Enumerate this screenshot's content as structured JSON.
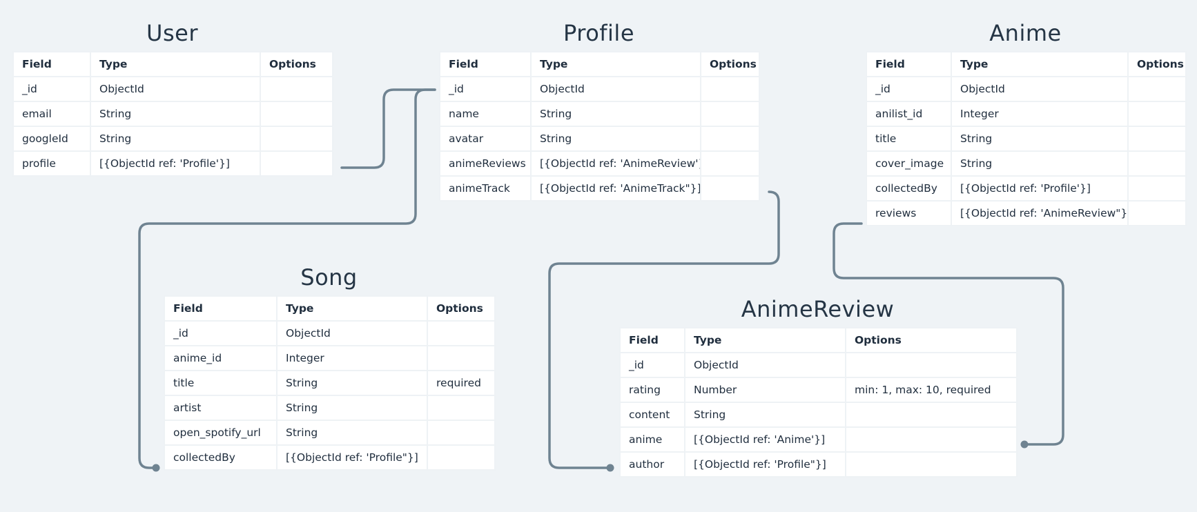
{
  "headers": {
    "field": "Field",
    "type": "Type",
    "options": "Options"
  },
  "entities": {
    "user": {
      "title": "User",
      "rows": [
        {
          "field": "_id",
          "type": "ObjectId",
          "options": ""
        },
        {
          "field": "email",
          "type": "String",
          "options": ""
        },
        {
          "field": "googleId",
          "type": "String",
          "options": ""
        },
        {
          "field": "profile",
          "type": "[{ObjectId ref: 'Profile'}]",
          "options": ""
        }
      ]
    },
    "profile": {
      "title": "Profile",
      "rows": [
        {
          "field": "_id",
          "type": "ObjectId",
          "options": ""
        },
        {
          "field": "name",
          "type": "String",
          "options": ""
        },
        {
          "field": "avatar",
          "type": "String",
          "options": ""
        },
        {
          "field": "animeReviews",
          "type": "[{ObjectId ref: 'AnimeReview'}]",
          "options": ""
        },
        {
          "field": "animeTrack",
          "type": "[{ObjectId ref: 'AnimeTrack\"}]",
          "options": ""
        }
      ]
    },
    "anime": {
      "title": "Anime",
      "rows": [
        {
          "field": "_id",
          "type": "ObjectId",
          "options": ""
        },
        {
          "field": "anilist_id",
          "type": "Integer",
          "options": ""
        },
        {
          "field": "title",
          "type": "String",
          "options": ""
        },
        {
          "field": "cover_image",
          "type": "String",
          "options": ""
        },
        {
          "field": "collectedBy",
          "type": "[{ObjectId ref: 'Profile'}]",
          "options": ""
        },
        {
          "field": "reviews",
          "type": "[{ObjectId ref: 'AnimeReview\"}]",
          "options": ""
        }
      ]
    },
    "song": {
      "title": "Song",
      "rows": [
        {
          "field": "_id",
          "type": "ObjectId",
          "options": ""
        },
        {
          "field": "anime_id",
          "type": "Integer",
          "options": ""
        },
        {
          "field": "title",
          "type": "String",
          "options": "required"
        },
        {
          "field": "artist",
          "type": "String",
          "options": ""
        },
        {
          "field": "open_spotify_url",
          "type": "String",
          "options": ""
        },
        {
          "field": "collectedBy",
          "type": "[{ObjectId ref: 'Profile\"}]",
          "options": ""
        }
      ]
    },
    "animeReview": {
      "title": "AnimeReview",
      "rows": [
        {
          "field": "_id",
          "type": "ObjectId",
          "options": ""
        },
        {
          "field": "rating",
          "type": "Number",
          "options": "min: 1, max: 10, required"
        },
        {
          "field": "content",
          "type": "String",
          "options": ""
        },
        {
          "field": "anime",
          "type": "[{ObjectId ref: 'Anime'}]",
          "options": ""
        },
        {
          "field": "author",
          "type": "[{ObjectId ref: 'Profile\"}]",
          "options": ""
        }
      ]
    }
  },
  "colors": {
    "background": "#eff3f6",
    "connector": "#6f8391",
    "table": "#ffffff",
    "grid": "#eef2f5"
  }
}
